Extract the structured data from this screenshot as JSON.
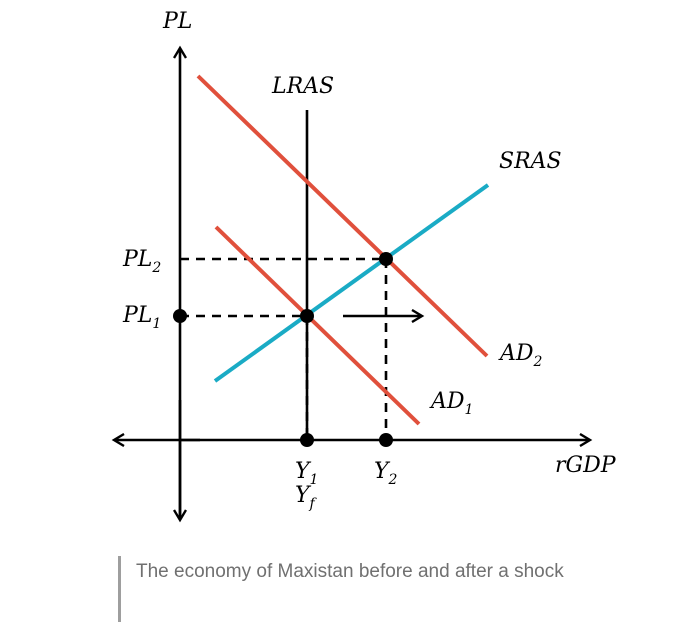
{
  "diagram": {
    "y_axis_label": "PL",
    "x_axis_label": "rGDP",
    "curves": {
      "lras": "LRAS",
      "sras": "SRAS",
      "ad1_base": "AD",
      "ad1_sub": "1",
      "ad2_base": "AD",
      "ad2_sub": "2"
    },
    "price_levels": {
      "pl1_base": "PL",
      "pl1_sub": "1",
      "pl2_base": "PL",
      "pl2_sub": "2"
    },
    "outputs": {
      "y1_base": "Y",
      "y1_sub": "1",
      "yf_base": "Y",
      "yf_sub": "f",
      "y2_base": "Y",
      "y2_sub": "2"
    },
    "colors": {
      "ad": "#e0503c",
      "sras": "#1aabc5",
      "axis": "#000000"
    }
  },
  "caption": "The economy of Maxistan before and after a shock"
}
